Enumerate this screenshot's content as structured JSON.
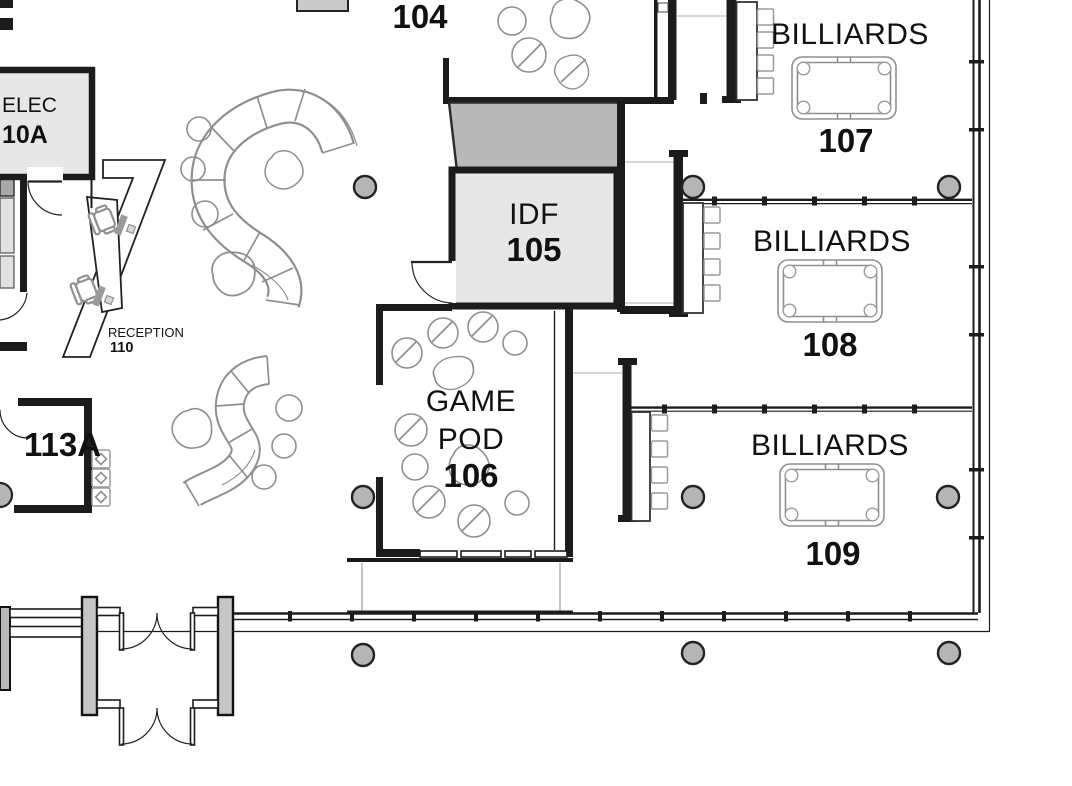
{
  "colors": {
    "wall": "#1c1c1c",
    "room_fill": "#e7e7e7",
    "shaft_fill": "#b9b9b9",
    "column_fill": "#b5b5b5",
    "pilaster_fill": "#c6c6c6",
    "furniture_line": "#8f8f8f",
    "background": "#ffffff"
  },
  "rooms": {
    "open_104": {
      "number": "104"
    },
    "idf_105": {
      "name": "IDF",
      "number": "105"
    },
    "game_pod_106": {
      "name_line1": "GAME",
      "name_line2": "POD",
      "number": "106"
    },
    "billiards_107": {
      "name": "BILLIARDS",
      "number": "107"
    },
    "billiards_108": {
      "name": "BILLIARDS",
      "number": "108"
    },
    "billiards_109": {
      "name": "BILLIARDS",
      "number": "109"
    },
    "elec_110a": {
      "name": "ELEC",
      "number": "10A"
    },
    "reception_110": {
      "name": "RECEPTION",
      "number": "110"
    },
    "room_113a": {
      "number": "113A"
    }
  }
}
